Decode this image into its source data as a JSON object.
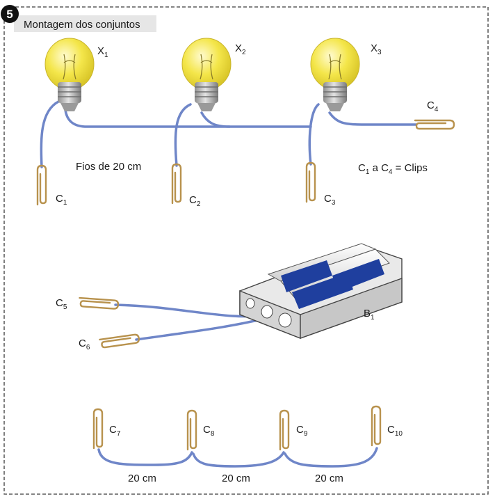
{
  "figure": {
    "number": "5",
    "title": "Montagem dos conjuntos",
    "wire_note": "Fios de 20 cm",
    "clip_note": {
      "a": "C",
      "a_sub": "1",
      "mid": " a C",
      "b_sub": "4",
      "tail": " = Clips"
    }
  },
  "lamps": [
    {
      "letter": "X",
      "sub": "1"
    },
    {
      "letter": "X",
      "sub": "2"
    },
    {
      "letter": "X",
      "sub": "3"
    }
  ],
  "clips": [
    {
      "letter": "C",
      "sub": "1"
    },
    {
      "letter": "C",
      "sub": "2"
    },
    {
      "letter": "C",
      "sub": "3"
    },
    {
      "letter": "C",
      "sub": "4"
    },
    {
      "letter": "C",
      "sub": "5"
    },
    {
      "letter": "C",
      "sub": "6"
    },
    {
      "letter": "C",
      "sub": "7"
    },
    {
      "letter": "C",
      "sub": "8"
    },
    {
      "letter": "C",
      "sub": "9"
    },
    {
      "letter": "C",
      "sub": "10"
    }
  ],
  "battery": {
    "letter": "B",
    "sub": "1"
  },
  "chain_lengths": [
    "20 cm",
    "20 cm",
    "20 cm"
  ],
  "colors": {
    "wire": "#6f86c8",
    "bulb": "#f2e64e",
    "socket": "#b9b9b9",
    "clip": "#c9a86a",
    "battery_blue": "#1f3f9e",
    "frame": "#3a3a3a"
  }
}
